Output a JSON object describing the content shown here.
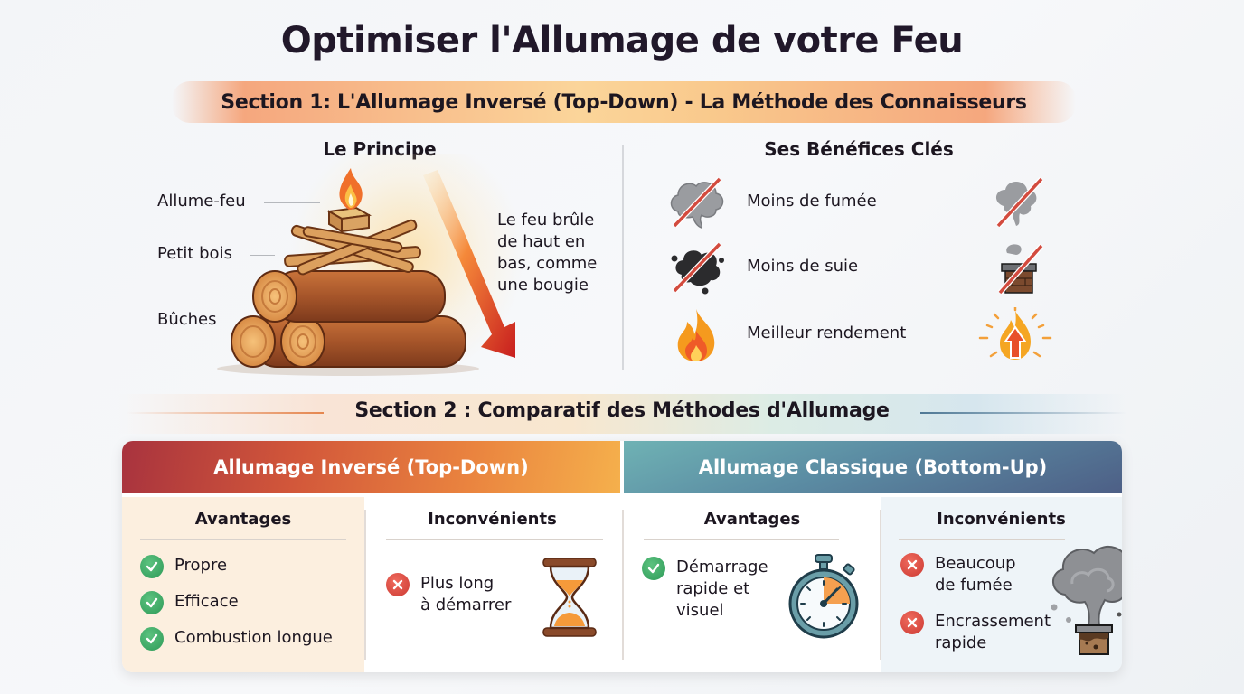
{
  "title": "Optimiser l'Allumage de votre Feu",
  "section1": {
    "banner": "Section 1: L'Allumage Inversé (Top-Down) - La Méthode des Connaisseurs",
    "principle": {
      "title": "Le Principe",
      "labels": [
        "Allume-feu",
        "Petit bois",
        "Bûches"
      ],
      "arrow_text": [
        "Le feu brûle",
        "de haut en",
        "bas, comme",
        "une bougie"
      ]
    },
    "benefits": {
      "title": "Ses Bénéfices Clés",
      "items": [
        {
          "label": "Moins de fumée",
          "left_icon": "no-smoke-icon",
          "right_icon": "no-smoke-cloud-icon"
        },
        {
          "label": "Moins de suie",
          "left_icon": "no-soot-icon",
          "right_icon": "no-chimney-soot-icon"
        },
        {
          "label": "Meilleur rendement",
          "left_icon": "flame-icon",
          "right_icon": "flame-up-arrow-icon"
        }
      ]
    }
  },
  "section2": {
    "title": "Section 2 : Comparatif des Méthodes d'Allumage",
    "colors": {
      "topdown_start": "#a8333e",
      "topdown_end": "#f5b04c",
      "classic_start": "#6fb2b4",
      "classic_end": "#4d5f86",
      "ok": "#2e9a58",
      "ko": "#cc3a33"
    },
    "topdown": {
      "header": "Allumage Inversé (Top-Down)",
      "advantages": {
        "title": "Avantages",
        "items": [
          "Propre",
          "Efficace",
          "Combustion longue"
        ]
      },
      "drawbacks": {
        "title": "Inconvénients",
        "items": [
          [
            "Plus long",
            "à démarrer"
          ]
        ],
        "icon": "hourglass-icon"
      }
    },
    "classic": {
      "header": "Allumage Classique (Bottom-Up)",
      "advantages": {
        "title": "Avantages",
        "items": [
          [
            "Démarrage",
            "rapide et",
            "visuel"
          ]
        ],
        "icon": "stopwatch-icon"
      },
      "drawbacks": {
        "title": "Inconvénients",
        "items": [
          [
            "Beaucoup",
            "de fumée"
          ],
          [
            "Encrassement",
            "rapide"
          ]
        ],
        "icon": "smoking-chimney-icon"
      }
    }
  }
}
